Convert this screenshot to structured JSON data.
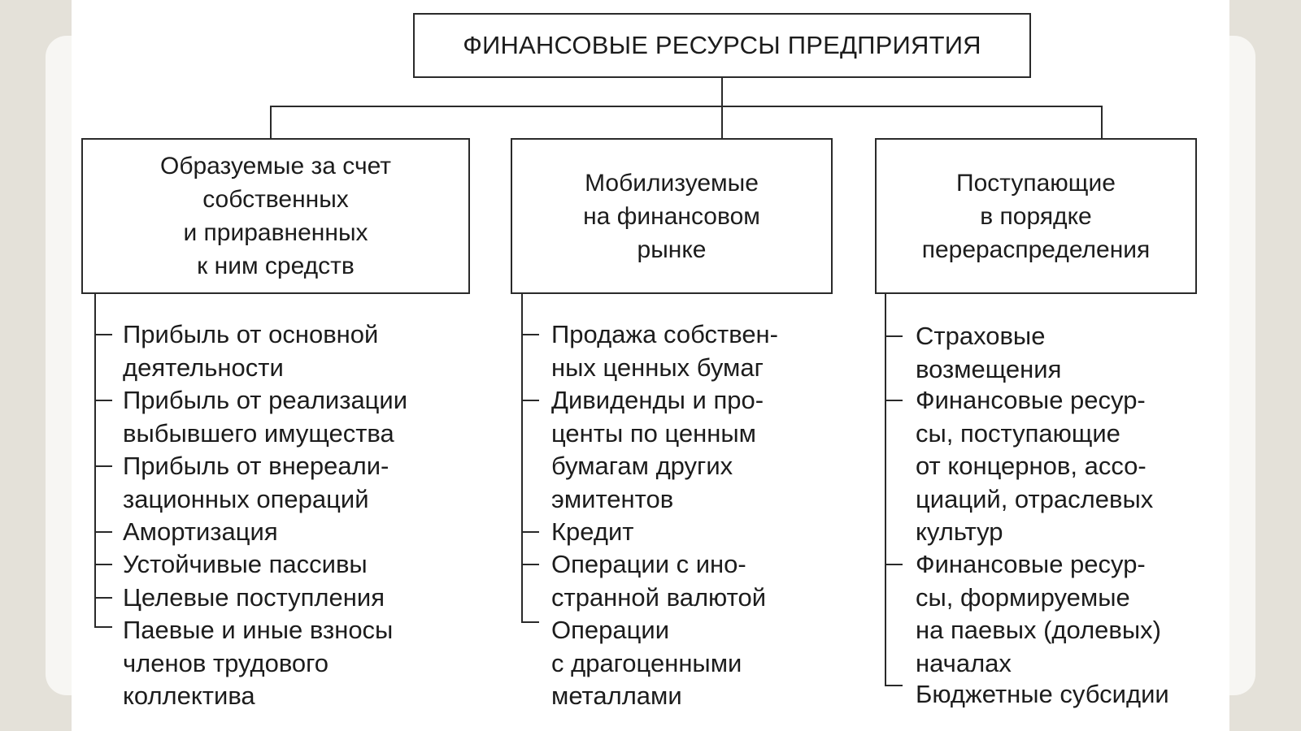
{
  "title": "ФИНАНСОВЫЕ РЕСУРСЫ ПРЕДПРИЯТИЯ",
  "categories": [
    {
      "label": "Образуемые за счет\nсобственных\nи приравненных\nк ним средств",
      "items": [
        "Прибыль от основной\nдеятельности",
        "Прибыль от реализации\nвыбывшего имущества",
        "Прибыль от внереали-\nзационных операций",
        "Амортизация",
        "Устойчивые пассивы",
        "Целевые поступления",
        "Паевые и иные взносы\nчленов трудового\nколлектива"
      ]
    },
    {
      "label": "Мобилизуемые\nна финансовом\nрынке",
      "items": [
        "Продажа собствен-\nных ценных бумаг",
        "Дивиденды и про-\nценты по ценным\nбумагам других\nэмитентов",
        "Кредит",
        "Операции с ино-\nстранной валютой",
        "Операции\nс драгоценными\nметаллами"
      ]
    },
    {
      "label": "Поступающие\nв порядке\nперераспределения",
      "items": [
        "Страховые\nвозмещения",
        "Финансовые ресур-\nсы, поступающие\nот концернов, ассо-\nциаций, отраслевых\nкультур",
        "Финансовые ресур-\nсы, формируемые\nна паевых (долевых)\nначалах",
        "Бюджетные субсидии"
      ]
    }
  ]
}
